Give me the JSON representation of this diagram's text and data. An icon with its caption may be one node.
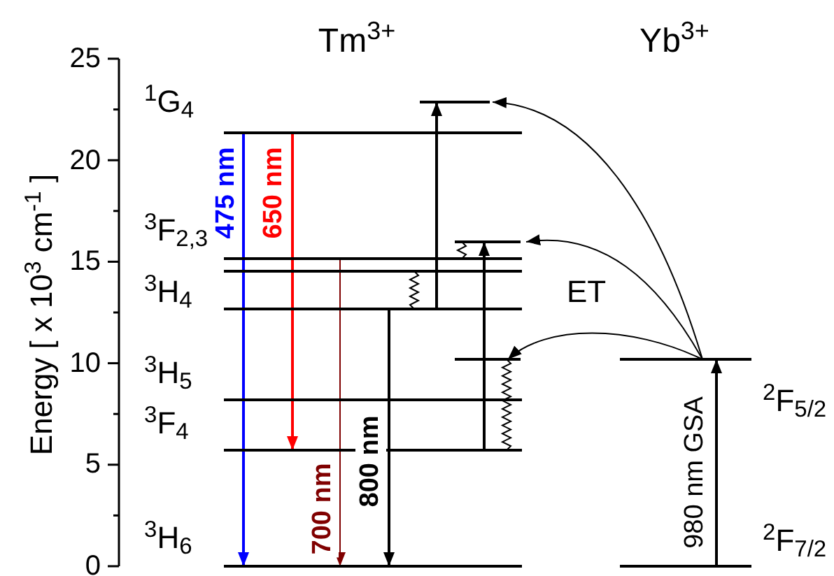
{
  "diagram": {
    "nodes": [
      {
        "text": [
          "$^{1}$G$_{4}$"
        ]
      },
      {
        "text": [
          "$^{3}$F$_{2,3}$"
        ]
      },
      {
        "text": [],
        "shape": "bar"
      },
      {
        "text": [
          "$^{3}$H$_{4}$"
        ]
      },
      {
        "text": [
          "$^{3}$H$_{5}$"
        ]
      },
      {
        "text": [
          "$^{3}$F$_{4}$"
        ]
      },
      {
        "text": [
          "$^{3}$H$_{6}$"
        ]
      },
      {
        "text": [],
        "shape": "bar"
      },
      {
        "text": [],
        "shape": "bar"
      },
      {
        "text": [],
        "shape": "bar"
      },
      {
        "text": [
          "$^{2}$F$_{5/2}$"
        ]
      },
      {
        "text": [
          "$^{2}$F$_{7/2}$"
        ]
      }
    ],
    "edges": [
      {
        "from": 0,
        "to": 6,
        "arrow": "to",
        "label": "475 nm",
        "color": "#0000ff"
      },
      {
        "from": 0,
        "to": 5,
        "arrow": "to",
        "label": "650 nm",
        "color": "#ff0000"
      },
      {
        "from": 1,
        "to": 6,
        "arrow": "to",
        "label": "700 nm",
        "color": "#800000"
      },
      {
        "from": 3,
        "to": 6,
        "arrow": "to",
        "label": "800 nm"
      },
      {
        "from": 3,
        "to": 7,
        "arrow": "to"
      },
      {
        "from": 5,
        "to": 8,
        "arrow": "to"
      },
      {
        "from": 10,
        "to": 7,
        "arrow": "to"
      },
      {
        "from": 10,
        "to": 8,
        "arrow": "to"
      },
      {
        "from": 10,
        "to": 9,
        "arrow": "to"
      },
      {
        "from": 11,
        "to": 10,
        "arrow": "to",
        "label": "980 nm GSA"
      },
      {
        "from": 2,
        "to": 3,
        "arrow": "none"
      },
      {
        "from": 8,
        "to": 1,
        "arrow": "none"
      },
      {
        "from": 9,
        "to": 5,
        "arrow": "none"
      }
    ],
    "labels": [
      "Tm$^{3+}$",
      "Yb$^{3+}$",
      "25",
      "20",
      "15",
      "10",
      "5",
      "0",
      "Energy [ x 10$^{3}$ cm$^{-1}$ ]",
      "ET"
    ]
  }
}
